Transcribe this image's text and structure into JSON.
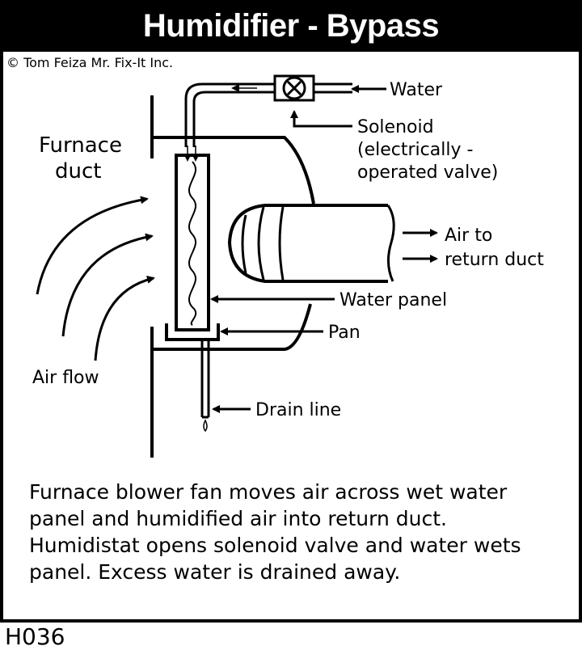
{
  "title": "Humidifier - Bypass",
  "copyright": "© Tom Feiza Mr. Fix-It Inc.",
  "labels": {
    "water": "Water",
    "solenoid_1": "Solenoid",
    "solenoid_2": "(electrically -",
    "solenoid_3": "operated valve)",
    "furnace_1": "Furnace",
    "furnace_2": "duct",
    "air_to_1": "Air to",
    "air_to_2": "return duct",
    "water_panel": "Water panel",
    "pan": "Pan",
    "air_flow": "Air flow",
    "drain_line": "Drain line"
  },
  "caption": [
    "Furnace blower fan moves air across wet water",
    "panel and humidified air into return duct.",
    "Humidistat opens solenoid valve and water wets",
    "panel.  Excess water is drained away."
  ],
  "code": "H036"
}
